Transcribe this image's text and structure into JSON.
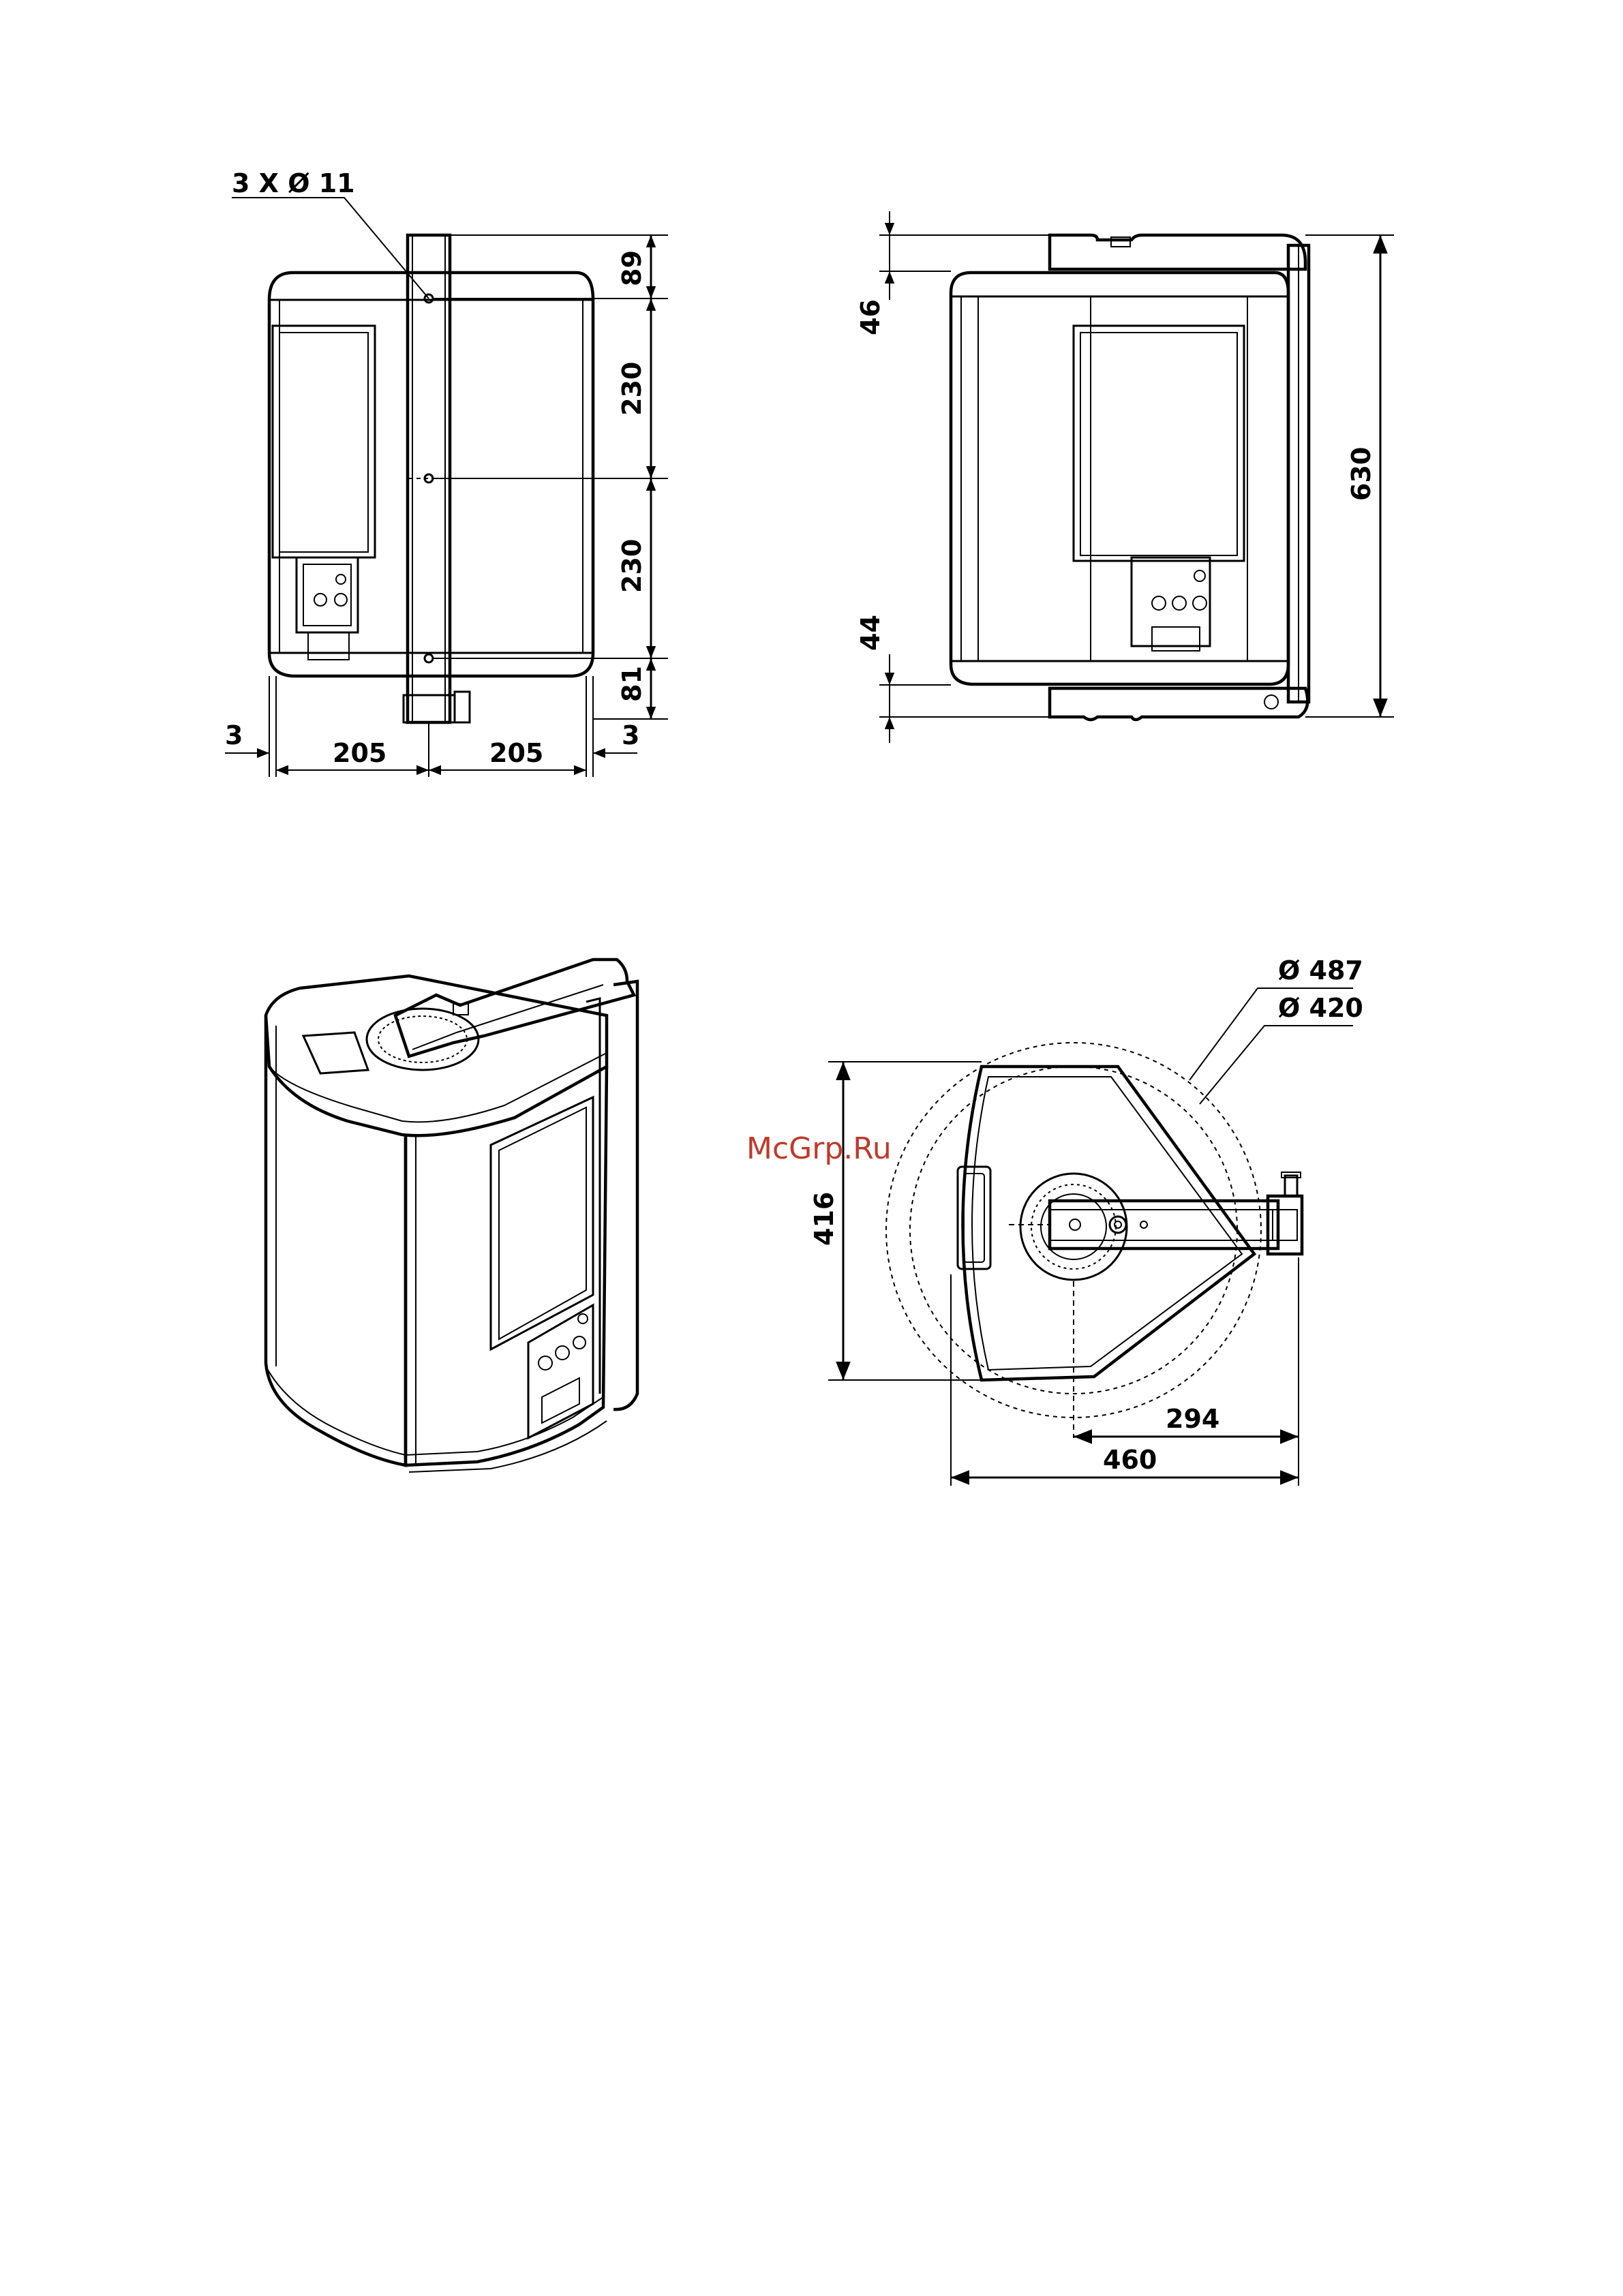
{
  "views": {
    "front": {
      "hole_callout": "3 X Ø 11",
      "dims": {
        "top_offset": "89",
        "pitch_1": "230",
        "pitch_2": "230",
        "bottom_offset": "81",
        "left_gap": "3",
        "width_left": "205",
        "width_right": "205",
        "right_gap": "3"
      }
    },
    "side": {
      "dims": {
        "top_offset": "46",
        "bottom_offset": "44",
        "overall_height": "630"
      }
    },
    "top": {
      "dims": {
        "swing_diameter_outer": "Ø 487",
        "swing_diameter_inner": "Ø 420",
        "depth": "416",
        "pivot_offset": "294",
        "overall_width": "460"
      }
    }
  },
  "watermark": "McGrp.Ru"
}
